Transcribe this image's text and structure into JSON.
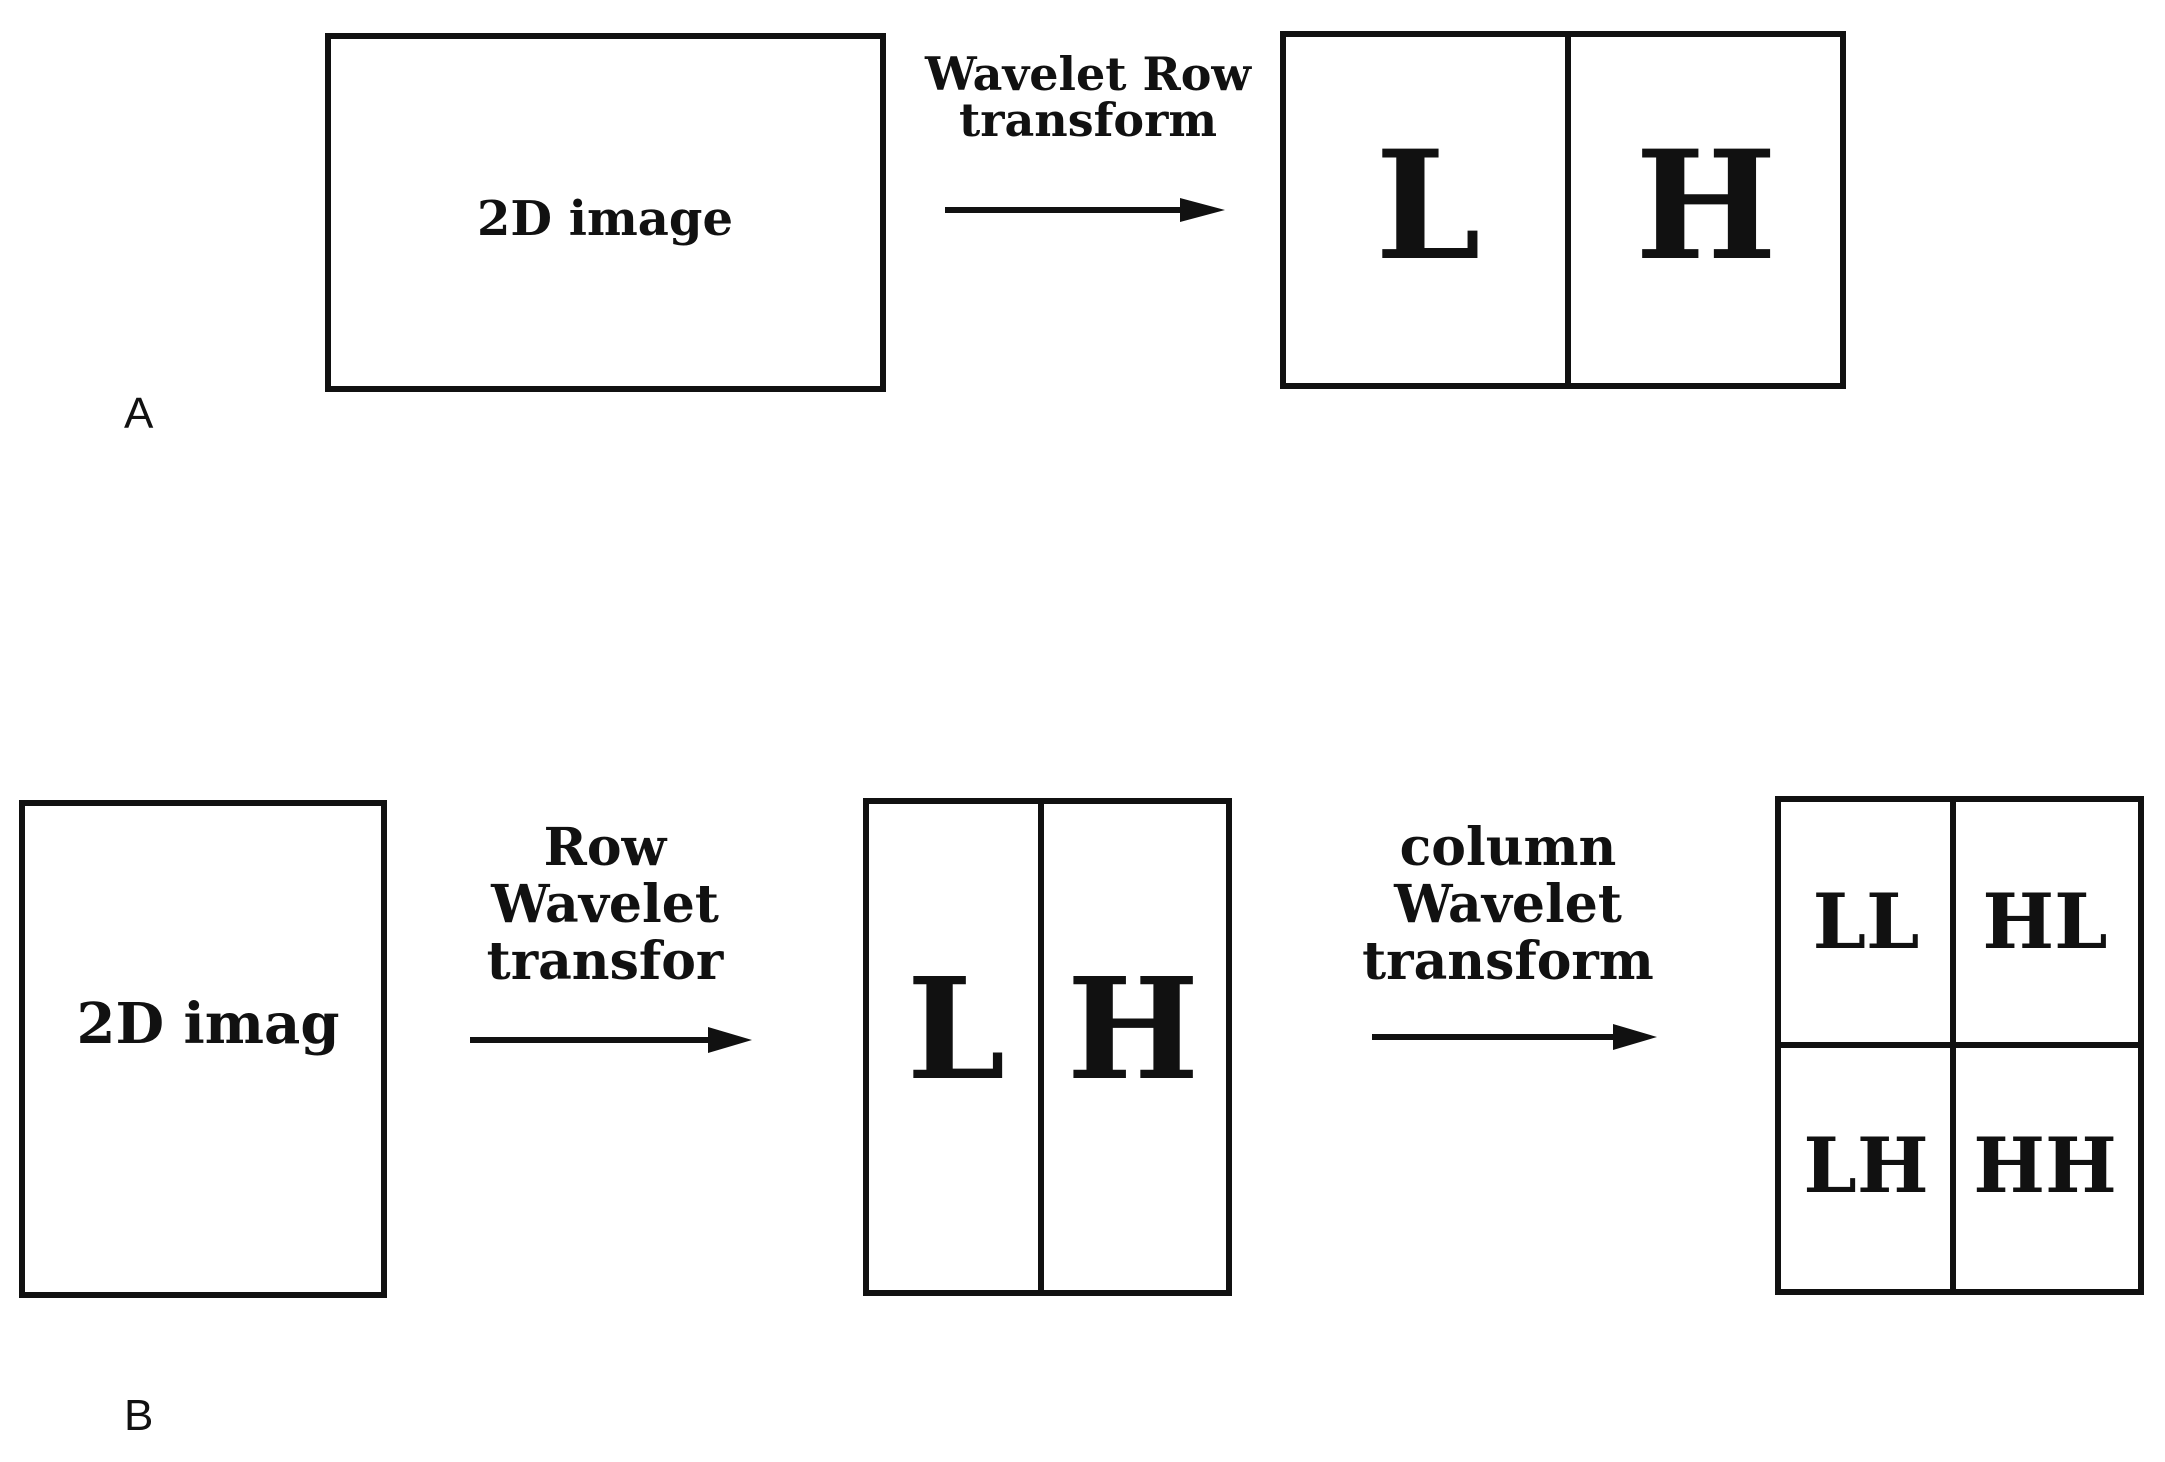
{
  "panel_a": {
    "label": "A",
    "source_box_text": "2D image",
    "arrow_caption": [
      "Wavelet  Row",
      "transform"
    ],
    "result_cells": [
      "L",
      "H"
    ]
  },
  "panel_b": {
    "label": "B",
    "source_box_text": "2D imag",
    "arrow1_caption": [
      "Row",
      "Wavelet",
      "transfor"
    ],
    "intermediate_cells": [
      "L",
      "H"
    ],
    "arrow2_caption": [
      "column",
      "Wavelet",
      "transform"
    ],
    "result_cells": [
      "LL",
      "HL",
      "LH",
      "HH"
    ]
  }
}
